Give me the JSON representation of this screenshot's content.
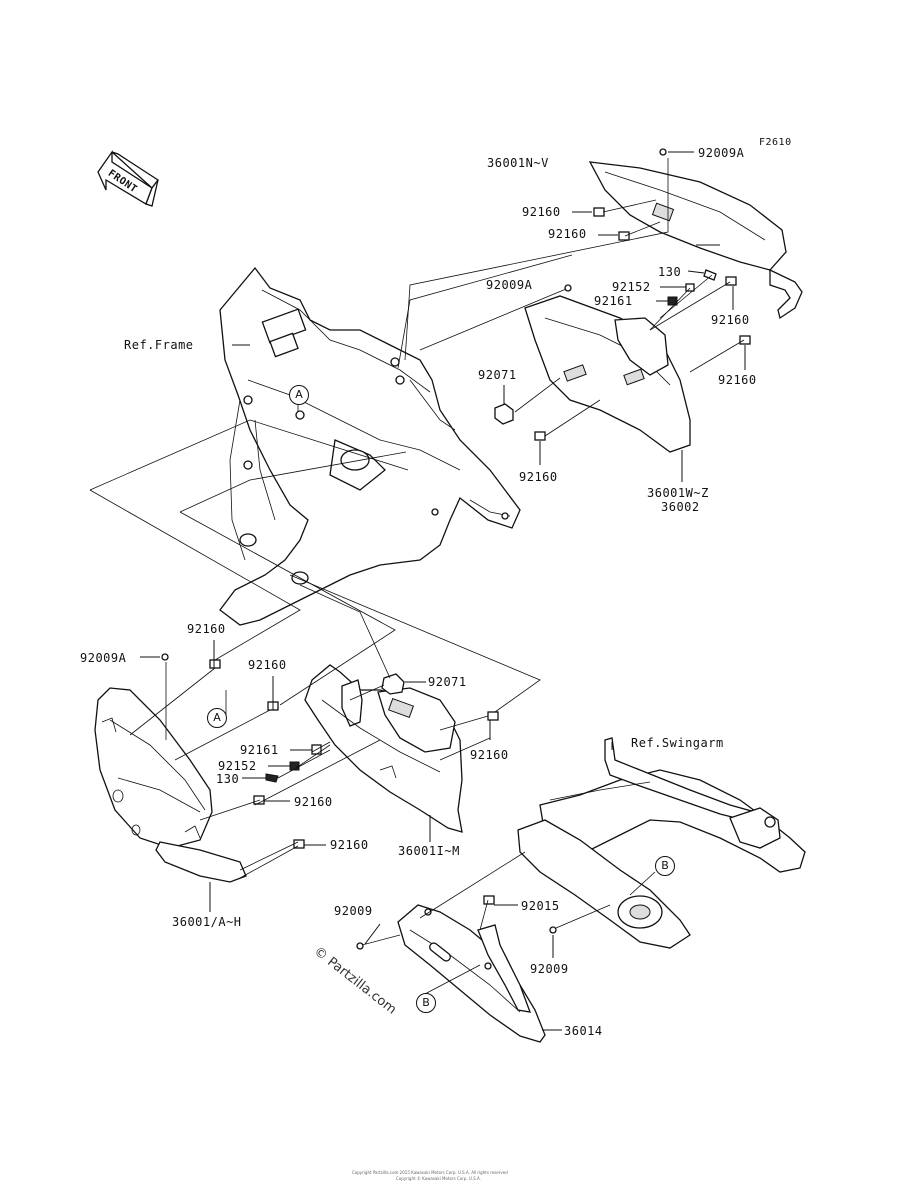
{
  "figure_code": "F2610",
  "front_label": "FRONT",
  "ref_labels": {
    "frame": "Ref.Frame",
    "swingarm": "Ref.Swingarm"
  },
  "callouts": {
    "a1": "A",
    "a2": "A",
    "b1": "B",
    "b2": "B"
  },
  "parts": {
    "p_36001NV": "36001N~V",
    "p_92009A_top": "92009A",
    "p_92160_t1": "92160",
    "p_92160_t2": "92160",
    "p_92009A_mid": "92009A",
    "p_130_r": "130",
    "p_92152_r": "92152",
    "p_92161_r": "92161",
    "p_92160_r1": "92160",
    "p_92071_r": "92071",
    "p_92160_r2": "92160",
    "p_92160_r3": "92160",
    "p_36001WZ": "36001W~Z",
    "p_36002": "36002",
    "p_92160_l1": "92160",
    "p_92009A_l": "92009A",
    "p_92160_l2": "92160",
    "p_92071_c": "92071",
    "p_92161_c": "92161",
    "p_92160_c1": "92160",
    "p_92152_c": "92152",
    "p_130_c": "130",
    "p_92160_c2": "92160",
    "p_36001IM": "36001I~M",
    "p_92160_c3": "92160",
    "p_36001AH": "36001/A~H",
    "p_92009_b1": "92009",
    "p_92015": "92015",
    "p_92009_b2": "92009",
    "p_36014": "36014"
  },
  "watermark": "© Partzilla.com",
  "footer": {
    "line1": "Copyright Partzilla.com 2015 Kawasaki Motors Corp. U.S.A. All rights reserved",
    "line2": "Copyright © Kawasaki Motors Corp. U.S.A."
  }
}
